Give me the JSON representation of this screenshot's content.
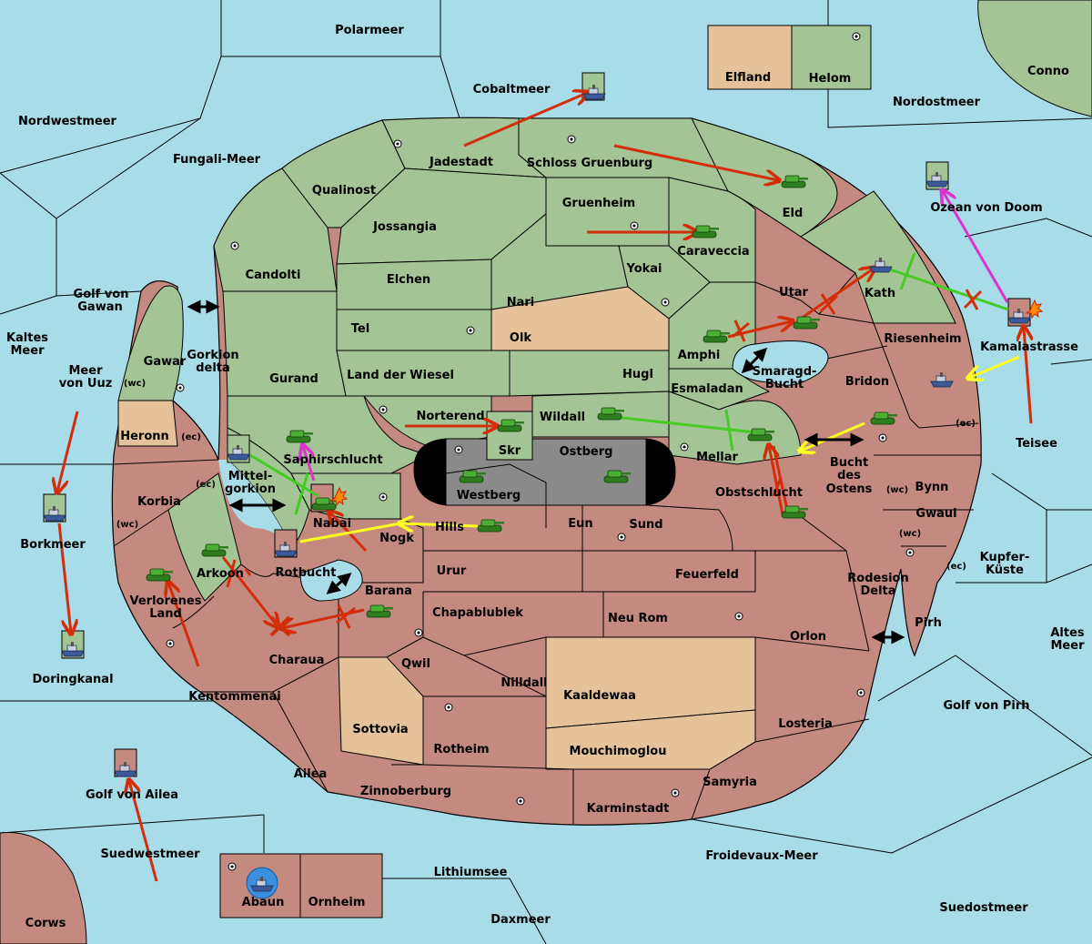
{
  "colors": {
    "sea": "#a8dce8",
    "green": "#a3c494",
    "red": "#c4897f",
    "tan": "#e6c29a",
    "grey": "#8a8a8a",
    "border": "#000000",
    "move_red": "#d42d0a",
    "move_green": "#44cc22",
    "move_yellow": "#ffff22",
    "move_magenta": "#dd33cc"
  },
  "seas": {
    "polarmeer": "Polarmeer",
    "conno": "Conno",
    "nordostmeer": "Nordostmeer",
    "nordwestmeer": "Nordwestmeer",
    "fungali_meer": "Fungali-Meer",
    "cobaltmeer": "Cobaltmeer",
    "ozean_von_doom": "Ozean von Doom",
    "kamalastrasse": "Kamalastrasse",
    "teisee": "Teisee",
    "golf_von_gawan_1": "Golf von",
    "golf_von_gawan_2": "Gawan",
    "kaltes_meer_1": "Kaltes",
    "kaltes_meer_2": "Meer",
    "meer_von_uuz_1": "Meer",
    "meer_von_uuz_2": "von Uuz",
    "gorkion_delta_1": "Gorkion",
    "gorkion_delta_2": "delta",
    "mittelgorkion_1": "Mittel-",
    "mittelgorkion_2": "gorkion",
    "rotbucht": "Rotbucht",
    "borkmeer": "Borkmeer",
    "doringkanal": "Doringkanal",
    "golf_von_ailea": "Golf von Ailea",
    "suedwestmeer": "Suedwestmeer",
    "corws": "Corws",
    "lithiumsee": "Lithiumsee",
    "daxmeer": "Daxmeer",
    "froidevaux_meer": "Froidevaux-Meer",
    "suedostmeer": "Suedostmeer",
    "golf_von_pirh": "Golf von Pirh",
    "altes_meer_1": "Altes",
    "altes_meer_2": "Meer",
    "kupfer_kueste_1": "Kupfer-",
    "kupfer_kueste_2": "Küste",
    "rodesion_delta_1": "Rodesion",
    "rodesion_delta_2": "Delta",
    "bucht_des_ostens_1": "Bucht",
    "bucht_des_ostens_2": "des",
    "bucht_des_ostens_3": "Ostens",
    "smaragd_bucht_1": "Smaragd-",
    "smaragd_bucht_2": "Bucht"
  },
  "lands": {
    "elfland": "Elfland",
    "helom": "Helom",
    "jadestadt": "Jadestadt",
    "schloss_gruenburg": "Schloss Gruenburg",
    "qualinost": "Qualinost",
    "gruenheim": "Gruenheim",
    "eld": "Eld",
    "jossangia": "Jossangia",
    "candolti": "Candolti",
    "caraveccia": "Caraveccia",
    "elchen": "Elchen",
    "yokai": "Yokai",
    "nari": "Nari",
    "utar": "Utar",
    "kath": "Kath",
    "tel": "Tel",
    "olk": "Olk",
    "amphi": "Amphi",
    "riesenheim": "Riesenheim",
    "gawar": "Gawar",
    "gurand": "Gurand",
    "land_der_wiesel": "Land der Wiesel",
    "hugl": "Hugl",
    "bridon": "Bridon",
    "esmaladan": "Esmaladan",
    "heronn": "Heronn",
    "norterend": "Norterend",
    "wildall": "Wildall",
    "saphirschlucht": "Saphirschlucht",
    "skr": "Skr",
    "ostberg": "Ostberg",
    "mellar": "Mellar",
    "korbia": "Korbia",
    "westberg": "Westberg",
    "obstschlucht": "Obstschlucht",
    "bynn": "Bynn",
    "nabai": "Nabai",
    "eun": "Eun",
    "sund": "Sund",
    "gwaul": "Gwaul",
    "hills": "Hills",
    "nogk": "Nogk",
    "urur": "Urur",
    "feuerfeld": "Feuerfeld",
    "arkoon": "Arkoon",
    "verlorenes_land_1": "Verlorenes",
    "verlorenes_land_2": "Land",
    "barana": "Barana",
    "chapablublek": "Chapablublek",
    "neu_rom": "Neu Rom",
    "orlon": "Orlon",
    "pirh": "Pirh",
    "charaua": "Charaua",
    "qwil": "Qwil",
    "nilldall": "Nilldall",
    "kentommenai": "Kentommenai",
    "kaaldewaa": "Kaaldewaa",
    "sottovia": "Sottovia",
    "losteria": "Losteria",
    "rotheim": "Rotheim",
    "mouchimoglou": "Mouchimoglou",
    "ailea": "Ailea",
    "samyria": "Samyria",
    "zinnoberburg": "Zinnoberburg",
    "karminstadt": "Karminstadt",
    "abaun": "Abaun",
    "ornheim": "Ornheim"
  },
  "coasts": {
    "gawar_wc": "(wc)",
    "heronn_ec": "(ec)",
    "korbia_ec": "(ec)",
    "korbia_wc": "(wc)",
    "bynn_ec": "(ec)",
    "bynn_wc": "(wc)",
    "gwaul_wc": "(wc)",
    "pirh_ec": "(ec)"
  }
}
